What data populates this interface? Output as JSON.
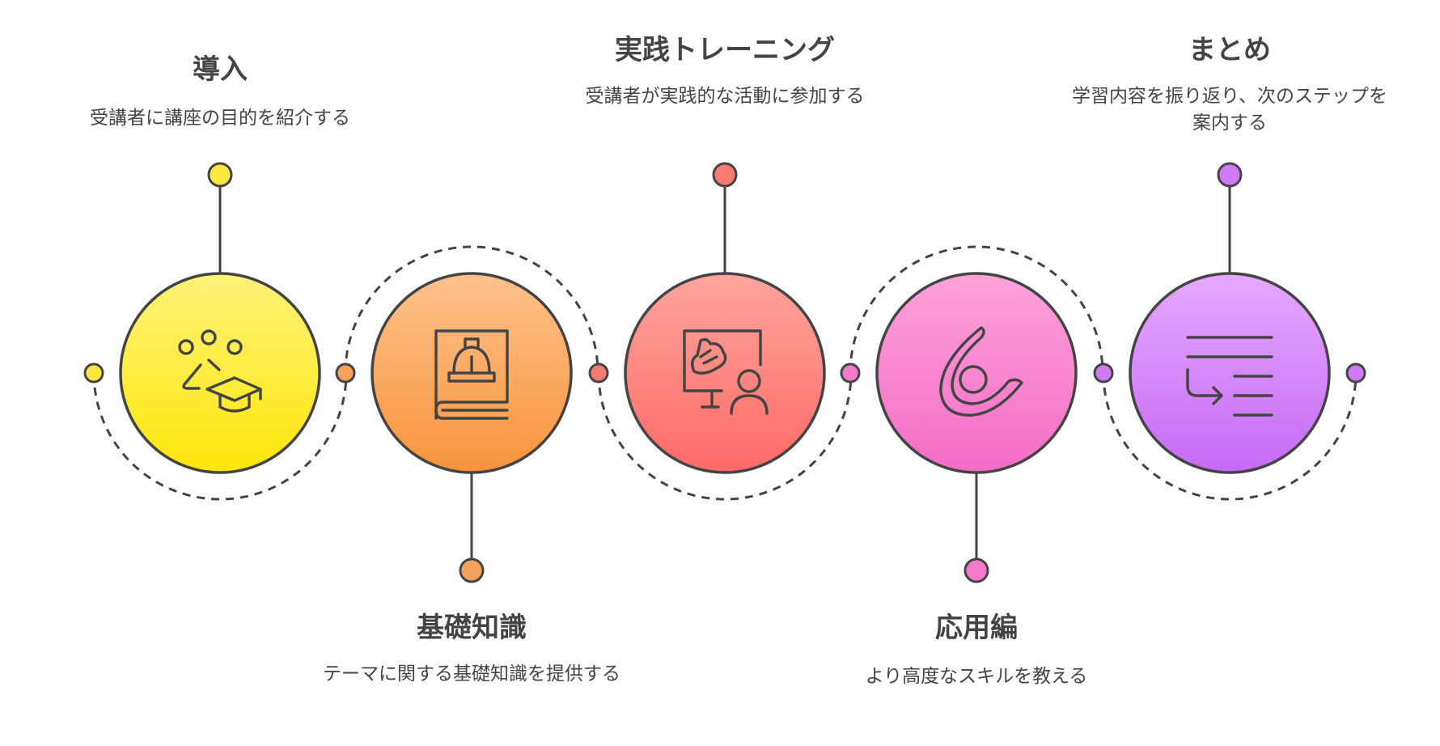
{
  "steps": [
    {
      "title": "導入",
      "description": "受講者に講座の目的を紹介する",
      "icon": "graduation-cap-icon",
      "color_top": "#fff27a",
      "color_bottom": "#ffe60a",
      "dot": "#fce840",
      "position": "top"
    },
    {
      "title": "基礎知識",
      "description": "テーマに関する基礎知識を提供する",
      "icon": "book-helmet-icon",
      "color_top": "#ffc28c",
      "color_bottom": "#f7943c",
      "dot": "#f7a25a",
      "position": "bottom"
    },
    {
      "title": "実践トレーニング",
      "description": "受講者が実践的な活動に参加する",
      "icon": "presentation-icon",
      "color_top": "#ffa59c",
      "color_bottom": "#ff6a68",
      "dot": "#f97b72",
      "position": "top"
    },
    {
      "title": "応用編",
      "description": "より高度なスキルを教える",
      "icon": "acrobat-icon",
      "color_top": "#ffa2d9",
      "color_bottom": "#f36cc6",
      "dot": "#f57acc",
      "position": "bottom"
    },
    {
      "title": "まとめ",
      "description": "学習内容を振り返り、次のステップを案内する",
      "icon": "list-return-icon",
      "color_top": "#e6a8ff",
      "color_bottom": "#c56af5",
      "dot": "#cd7cf5",
      "position": "top"
    }
  ],
  "stroke_color": "#444444"
}
